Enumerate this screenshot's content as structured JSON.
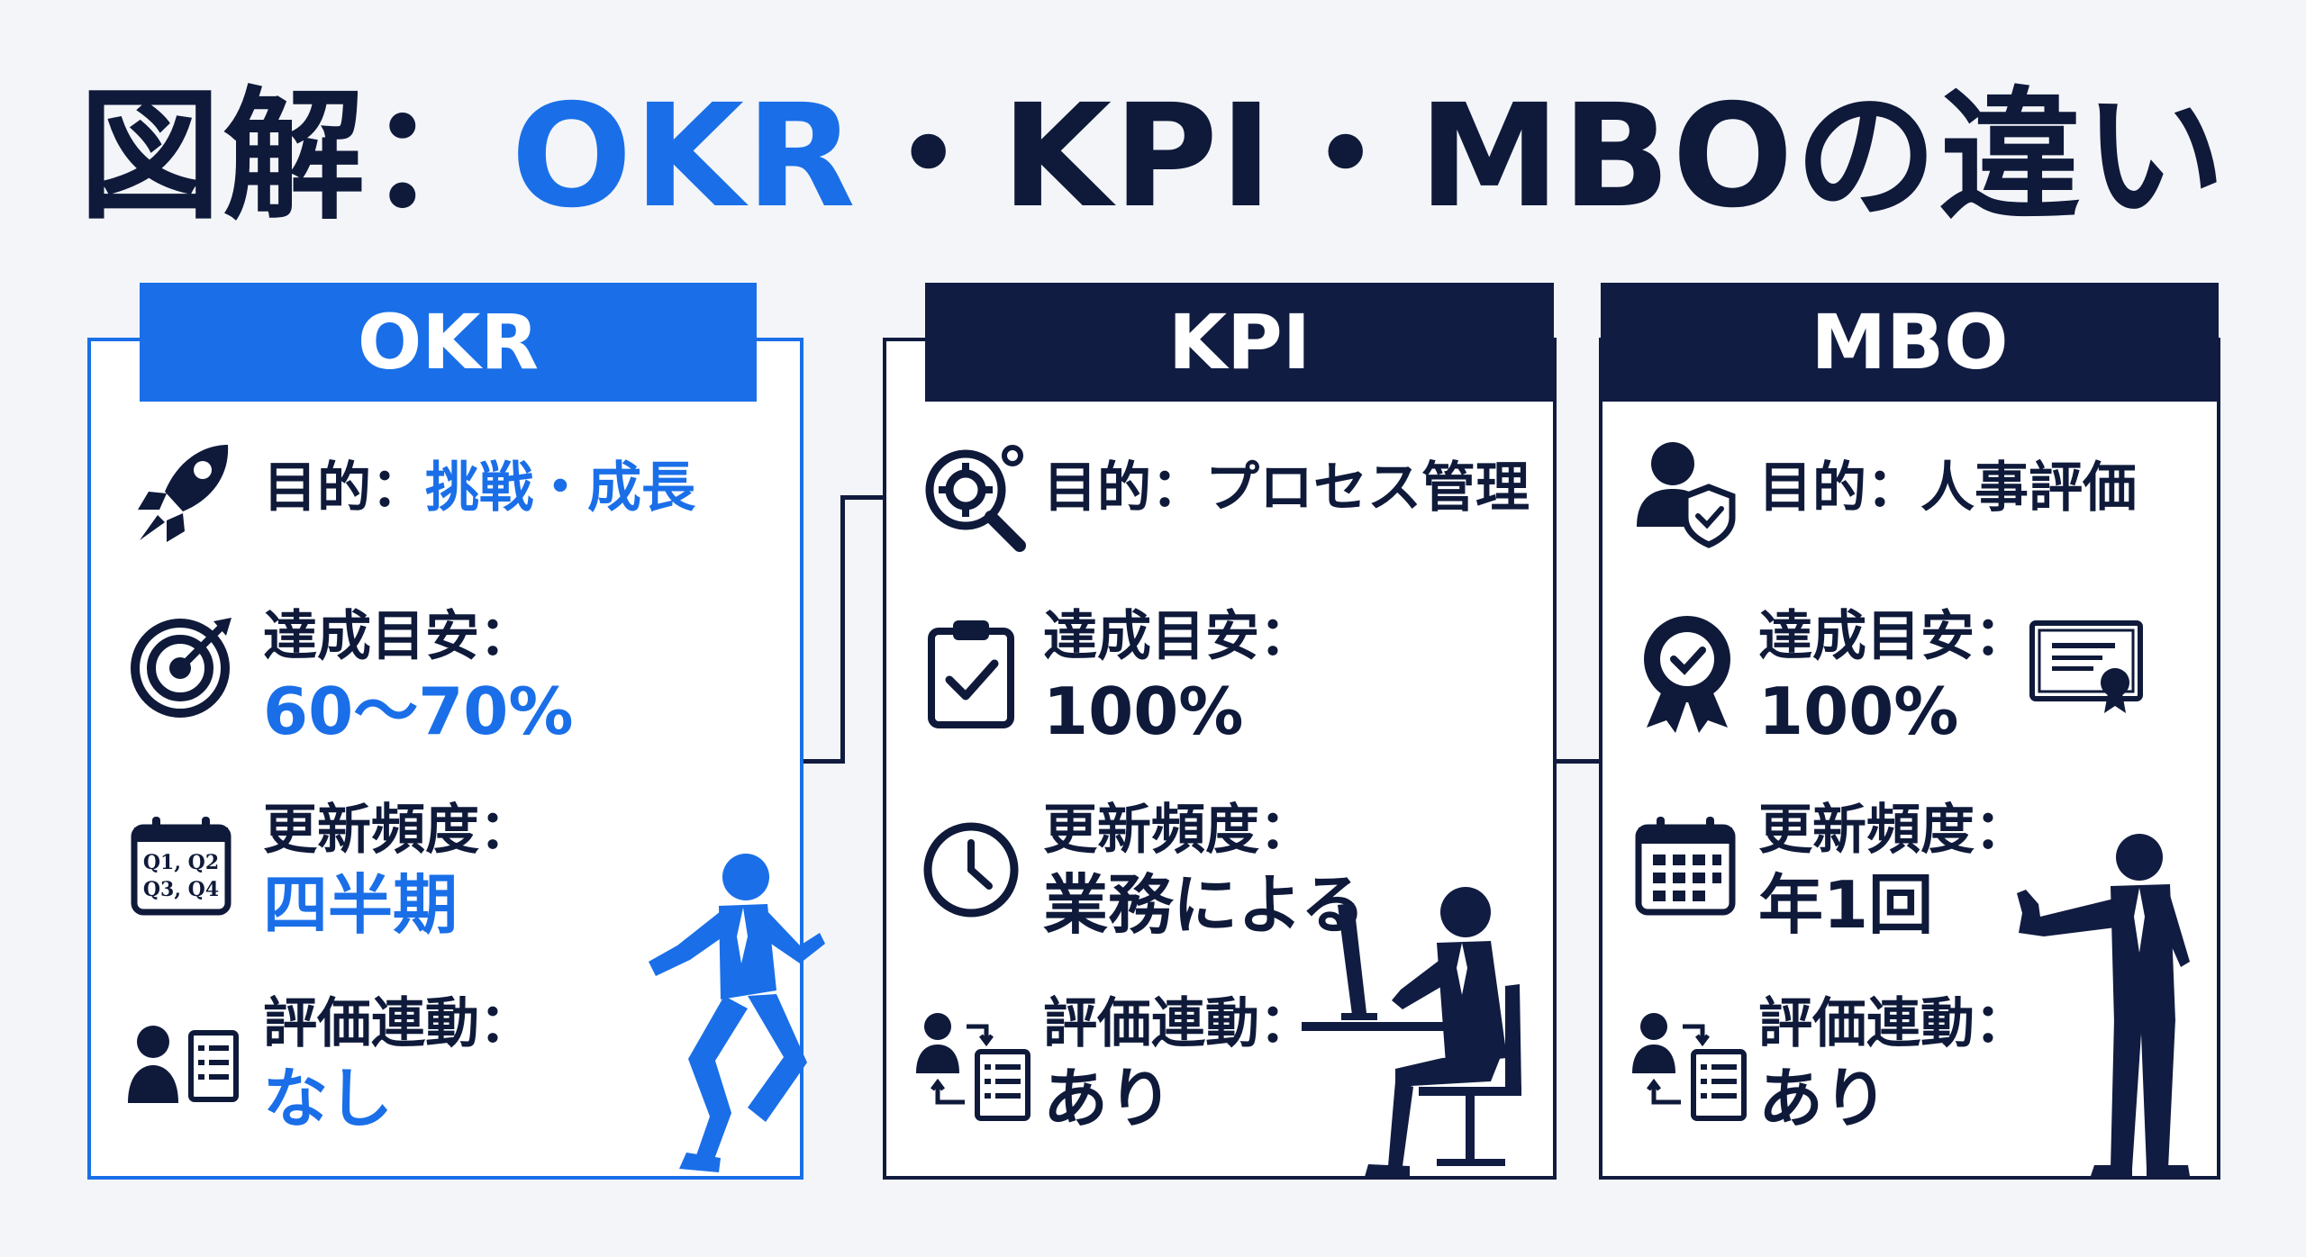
{
  "title": {
    "prefix": "図解：",
    "highlight": "OKR",
    "suffix": "・KPI・MBOの違い"
  },
  "colors": {
    "accent": "#1a6fe8",
    "navy": "#111c42",
    "background": "#f3f5f9"
  },
  "cards": [
    {
      "name": "OKR",
      "rows": [
        {
          "icon": "rocket-icon",
          "label": "目的：",
          "value": "挑戦・成長"
        },
        {
          "icon": "target-icon",
          "label": "達成目安：",
          "value": "60〜70%"
        },
        {
          "icon": "calendar-quarters-icon",
          "label": "更新頻度：",
          "value": "四半期",
          "icon_text": [
            "Q1, Q2",
            "Q3, Q4"
          ]
        },
        {
          "icon": "evaluation-link-icon",
          "label": "評価連動：",
          "value": "なし"
        }
      ],
      "illustration": "running-businessman"
    },
    {
      "name": "KPI",
      "rows": [
        {
          "icon": "gear-magnifier-icon",
          "label": "目的：",
          "value": "プロセス管理"
        },
        {
          "icon": "clipboard-check-icon",
          "label": "達成目安：",
          "value": "100%"
        },
        {
          "icon": "clock-icon",
          "label": "更新頻度：",
          "value": "業務による"
        },
        {
          "icon": "evaluation-link-icon",
          "label": "評価連動：",
          "value": "あり"
        }
      ],
      "illustration": "businessman-at-computer"
    },
    {
      "name": "MBO",
      "rows": [
        {
          "icon": "person-shield-icon",
          "label": "目的：",
          "value": "人事評価"
        },
        {
          "icon": "award-badge-icon",
          "label": "達成目安：",
          "value": "100%"
        },
        {
          "icon": "calendar-grid-icon",
          "label": "更新頻度：",
          "value": "年1回"
        },
        {
          "icon": "evaluation-link-icon",
          "label": "評価連動：",
          "value": "あり"
        }
      ],
      "illustration": "businessman-stop-gesture"
    }
  ]
}
